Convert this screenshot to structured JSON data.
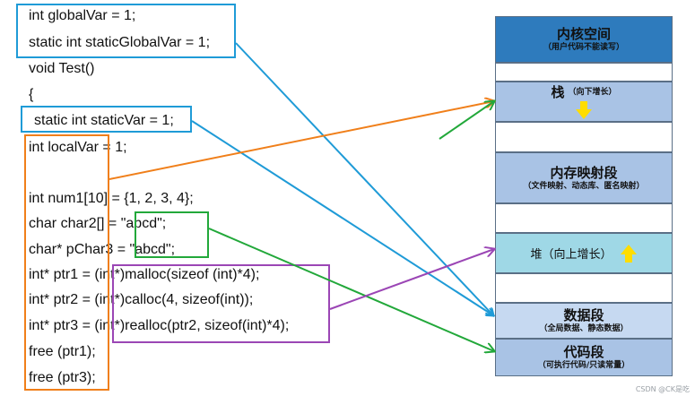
{
  "code": [
    "int globalVar = 1;",
    "static int staticGlobalVar = 1;",
    "void Test()",
    "{",
    "static int staticVar = 1;",
    "int localVar = 1;",
    "",
    "int num1[10] = {1, 2, 3, 4};",
    "char char2[] = \"abcd\";",
    "char* pChar3 = \"abcd\";",
    "int* ptr1 = (int*)malloc(sizeof (int)*4);",
    "int* ptr2 = (int*)calloc(4, sizeof(int));",
    "int* ptr3 = (int*)realloc(ptr2, sizeof(int)*4);",
    "free (ptr1);",
    "free (ptr3);"
  ],
  "segments": {
    "kernel": {
      "title": "内核空间",
      "sub": "（用户代码不能读写）",
      "color": "#2e7bbd"
    },
    "gap1": {},
    "stack": {
      "title": "栈",
      "sub": "（向下增长）",
      "color": "#a9c3e5",
      "arrow": "down-arrow-icon"
    },
    "gap2": {},
    "mmap": {
      "title": "内存映射段",
      "sub": "（文件映射、动态库、匿名映射）",
      "color": "#a9c3e5"
    },
    "gap3": {},
    "heap": {
      "title": "堆（向上增长）",
      "color": "#9fd8e6",
      "arrow": "up-arrow-icon"
    },
    "gap4": {},
    "data": {
      "title": "数据段",
      "sub": "（全局数据、静态数据）",
      "color": "#c6d9f1"
    },
    "code": {
      "title": "代码段",
      "sub": "（可执行代码/只读常量）",
      "color": "#a9c3e5"
    }
  },
  "colors": {
    "blue": "#1f9bd7",
    "orange": "#f07f1a",
    "green": "#22a83a",
    "purple": "#9b46b5",
    "arrow_yellow": "#ffdd00"
  },
  "watermark": "CSDN @CK是吃"
}
